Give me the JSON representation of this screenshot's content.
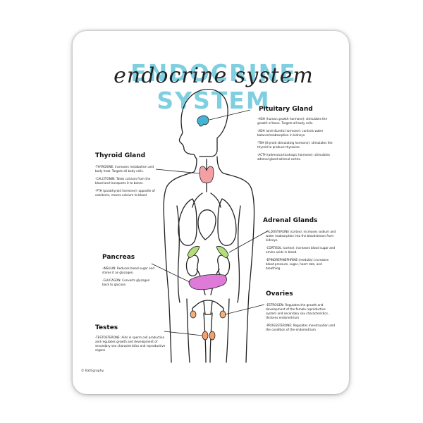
{
  "title": "ENDOCRINE SYSTEM",
  "title_script": "endocrine system",
  "colors": {
    "title_accent": "#7fcfe0",
    "pituitary": "#46b3d6",
    "thyroid": "#f3a0a5",
    "adrenal": "#b5dd7a",
    "pancreas": "#de7ad8",
    "ovaries": "#f3b07a",
    "testes": "#f3a06e"
  },
  "glands": {
    "pituitary": {
      "title": "Pituitary Gland",
      "items": [
        "-HGH (human growth hormone): stimulates the growth of bone. Targets all body cells.",
        "-ADH (anti-diuretic hormone): controls water balance/reabsorption in kidneys.",
        "-TSH (thyroid stimulating hormone): stimulates the thyroid to produce thyroxine.",
        "-ACTH (adrenocorticotropic hormone): stimulates adrenal gland-adrenal cortex."
      ]
    },
    "thyroid": {
      "title": "Thyroid Gland",
      "items": [
        "-THYROXINE: increases metabolism and body heat. Targets all body cells.",
        "-CALCITONIN: Takes calcium from the blood and transports it to bones.",
        "-PTH (parathyroid hormone): opposite of calcitonin, moves calcium to blood."
      ]
    },
    "adrenal": {
      "title": "Adrenal Glands",
      "items": [
        "-ALDOSTERONE (cortex): increases sodium and water reabsorption into the bloodstream from kidneys.",
        "-CORTISOL (cortex): increases blood sugar and amino acids in blood.",
        "-EPINOREPINEPHRINE (medulla): increases blood pressure, sugar, heart rate, and breathing."
      ]
    },
    "pancreas": {
      "title": "Pancreas",
      "items": [
        "-INSULIN: Reduces blood sugar and stores it as glycogen.",
        "-GLUCAGON: Converts glycogen back to glucose."
      ]
    },
    "ovaries": {
      "title": "Ovaries",
      "items": [
        "-ESTROGEN: Regulates the growth and development of the female reproductive system and secondary sex characteristics , thickens endometrium",
        "-PROGESTERONE: Regulates menstruation and the condition of the endometrium"
      ]
    },
    "testes": {
      "title": "Testes",
      "items": [
        "-TESTOSTERONE: Aids in sperm cell production and regulates growth and development of secondary sex characteristics and reproductive organs"
      ]
    }
  },
  "credit": "© Kattigraphy"
}
